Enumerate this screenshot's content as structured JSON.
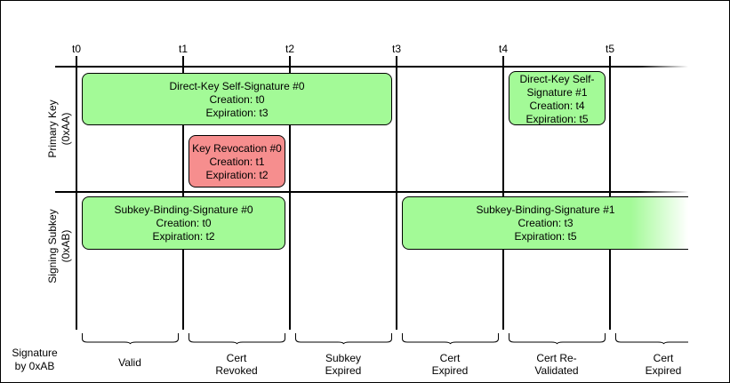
{
  "timeline": {
    "ticks": [
      "t0",
      "t1",
      "t2",
      "t3",
      "t4",
      "t5"
    ]
  },
  "rows": {
    "primary_key": {
      "line1": "Primary Key",
      "line2": "(0xAA)"
    },
    "signing_subkey": {
      "line1": "Signing Subkey",
      "line2": "(0xAB)"
    }
  },
  "signatures": {
    "direct_key_0": {
      "title": "Direct-Key Self-Signature #0",
      "creation": "Creation: t0",
      "expiration": "Expiration: t3",
      "color": "#a3fa97"
    },
    "key_revocation_0": {
      "title": "Key Revocation #0",
      "creation": "Creation: t1",
      "expiration": "Expiration: t2",
      "color": "#f68e8e"
    },
    "direct_key_1": {
      "title": "Direct-Key Self-\nSignature #1",
      "creation": "Creation: t4",
      "expiration": "Expiration: t5",
      "color": "#a3fa97"
    },
    "subkey_binding_0": {
      "title": "Subkey-Binding-Signature #0",
      "creation": "Creation: t0",
      "expiration": "Expiration: t2",
      "color": "#a3fa97"
    },
    "subkey_binding_1": {
      "title": "Subkey-Binding-Signature #1",
      "creation": "Creation: t3",
      "expiration": "Expiration: t5",
      "color": "#a3fa97"
    }
  },
  "signature_row": {
    "label": "Signature\nby 0xAB",
    "statuses": [
      {
        "text": "Valid"
      },
      {
        "text": "Cert\nRevoked"
      },
      {
        "text": "Subkey\nExpired"
      },
      {
        "text": "Cert\nExpired"
      },
      {
        "text": "Cert Re-\nValidated"
      },
      {
        "text": "Cert\nExpired"
      }
    ]
  }
}
